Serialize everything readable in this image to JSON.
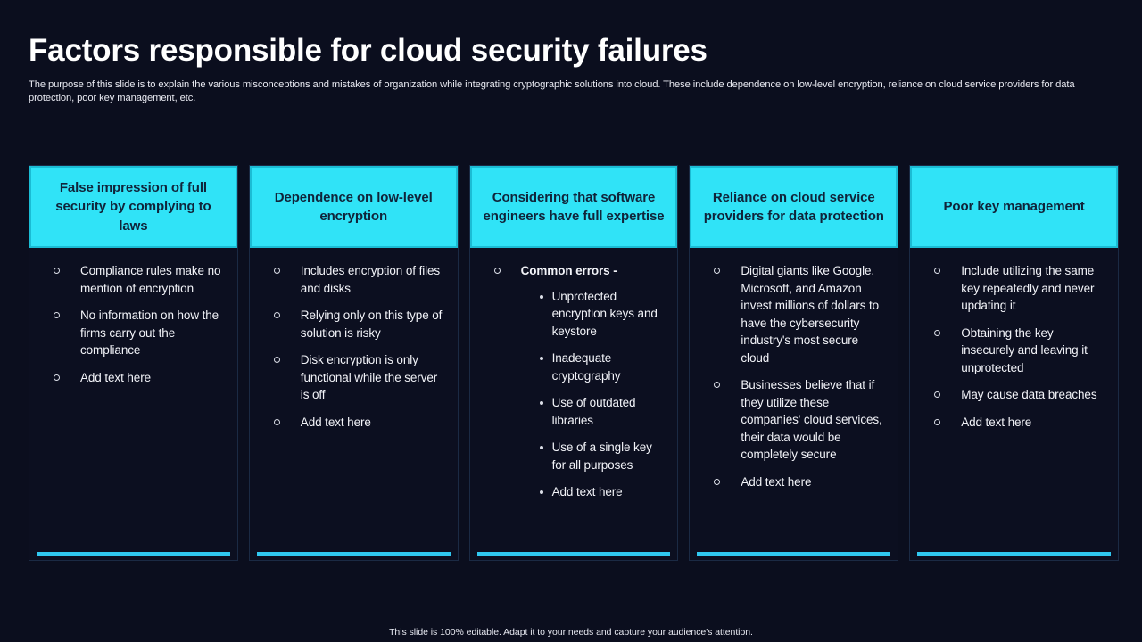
{
  "slide": {
    "title": "Factors responsible for cloud security failures",
    "subtitle": "The purpose of this slide is to explain the various misconceptions and mistakes of organization while integrating cryptographic solutions into cloud. These include dependence on low-level encryption, reliance on cloud service providers for data protection, poor key management, etc.",
    "footer": "This slide is 100% editable. Adapt it to your needs and capture your audience's attention."
  },
  "colors": {
    "background": "#0b0e1e",
    "card_background": "#0c0f20",
    "header_accent": "#30e3f7",
    "header_border": "#1bbcd4",
    "bottom_bar": "#30c8f0",
    "card_border": "#1b2a44",
    "header_text": "#10243a",
    "body_text": "#f2f3f8",
    "title_text": "#ffffff"
  },
  "cards": [
    {
      "header": "False impression of full security by complying to laws",
      "bullets": [
        {
          "text": "Compliance rules make no mention of encryption",
          "bold": false,
          "subbullets": []
        },
        {
          "text": "No information on how the firms carry out the compliance",
          "bold": false,
          "subbullets": []
        },
        {
          "text": "Add text here",
          "bold": false,
          "subbullets": []
        }
      ]
    },
    {
      "header": "Dependence on low-level encryption",
      "bullets": [
        {
          "text": "Includes encryption of files and disks",
          "bold": false,
          "subbullets": []
        },
        {
          "text": "Relying only on this type of solution is risky",
          "bold": false,
          "subbullets": []
        },
        {
          "text": "Disk encryption is only functional while the server is off",
          "bold": false,
          "subbullets": []
        },
        {
          "text": "Add text here",
          "bold": false,
          "subbullets": []
        }
      ]
    },
    {
      "header": "Considering that software engineers have full expertise",
      "bullets": [
        {
          "text": "Common errors -",
          "bold": true,
          "subbullets": [
            "Unprotected encryption keys and keystore",
            "Inadequate cryptography",
            "Use of outdated libraries",
            "Use of a single key for all purposes",
            "Add text here"
          ]
        }
      ]
    },
    {
      "header": "Reliance on cloud service providers for data protection",
      "bullets": [
        {
          "text": "Digital giants like Google, Microsoft, and Amazon invest millions of dollars to have the cybersecurity industry's most secure cloud",
          "bold": false,
          "subbullets": []
        },
        {
          "text": "Businesses believe that if they utilize these companies' cloud services, their data would be completely secure",
          "bold": false,
          "subbullets": []
        },
        {
          "text": "Add text here",
          "bold": false,
          "subbullets": []
        }
      ]
    },
    {
      "header": "Poor key management",
      "bullets": [
        {
          "text": "Include utilizing the same key repeatedly and never updating it",
          "bold": false,
          "subbullets": []
        },
        {
          "text": "Obtaining the key insecurely and leaving it unprotected",
          "bold": false,
          "subbullets": []
        },
        {
          "text": "May cause data breaches",
          "bold": false,
          "subbullets": []
        },
        {
          "text": "Add text here",
          "bold": false,
          "subbullets": []
        }
      ]
    }
  ]
}
